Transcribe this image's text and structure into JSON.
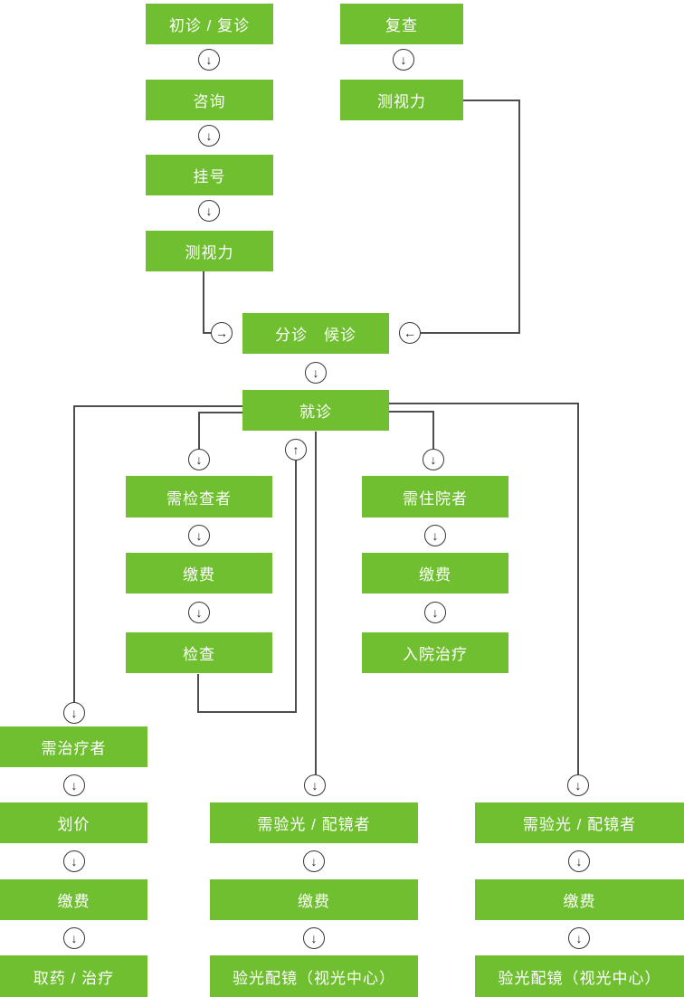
{
  "diagram": {
    "kind": "flowchart",
    "language": "zh-CN",
    "colors": {
      "node_fill": "#6fbf30",
      "node_text": "#ffffff",
      "connector_line": "#4d4d4d",
      "arrow_circle_stroke": "#363636",
      "background": "#ffffff"
    }
  },
  "icons": {
    "down": "↓",
    "up": "↑",
    "left": "←",
    "right": "→"
  },
  "nodes": [
    {
      "id": "first-or-return-visit",
      "label": "初诊 / 复诊"
    },
    {
      "id": "recheck",
      "label": "复查"
    },
    {
      "id": "consultation",
      "label": "咨询"
    },
    {
      "id": "vision-test-recheck",
      "label": "测视力"
    },
    {
      "id": "registration",
      "label": "挂号"
    },
    {
      "id": "vision-test-first",
      "label": "测视力"
    },
    {
      "id": "triage-waiting",
      "label": "分诊　候诊"
    },
    {
      "id": "see-doctor",
      "label": "就诊"
    },
    {
      "id": "need-examination",
      "label": "需检查者"
    },
    {
      "id": "need-hospitalization",
      "label": "需住院者"
    },
    {
      "id": "pay-examination",
      "label": "缴费"
    },
    {
      "id": "pay-hospitalization",
      "label": "缴费"
    },
    {
      "id": "examination",
      "label": "检查"
    },
    {
      "id": "inpatient-treatment",
      "label": "入院治疗"
    },
    {
      "id": "need-treatment",
      "label": "需治疗者"
    },
    {
      "id": "pricing",
      "label": "划价"
    },
    {
      "id": "pay-treatment",
      "label": "缴费"
    },
    {
      "id": "get-medicine-treatment",
      "label": "取药 / 治疗"
    },
    {
      "id": "need-optometry-mid",
      "label": "需验光 / 配镜者"
    },
    {
      "id": "pay-optometry-mid",
      "label": "缴费"
    },
    {
      "id": "optometry-center-mid",
      "label": "验光配镜（视光中心）"
    },
    {
      "id": "need-optometry-right",
      "label": "需验光 / 配镜者"
    },
    {
      "id": "pay-optometry-right",
      "label": "缴费"
    },
    {
      "id": "optometry-center-right",
      "label": "验光配镜（视光中心）"
    }
  ]
}
